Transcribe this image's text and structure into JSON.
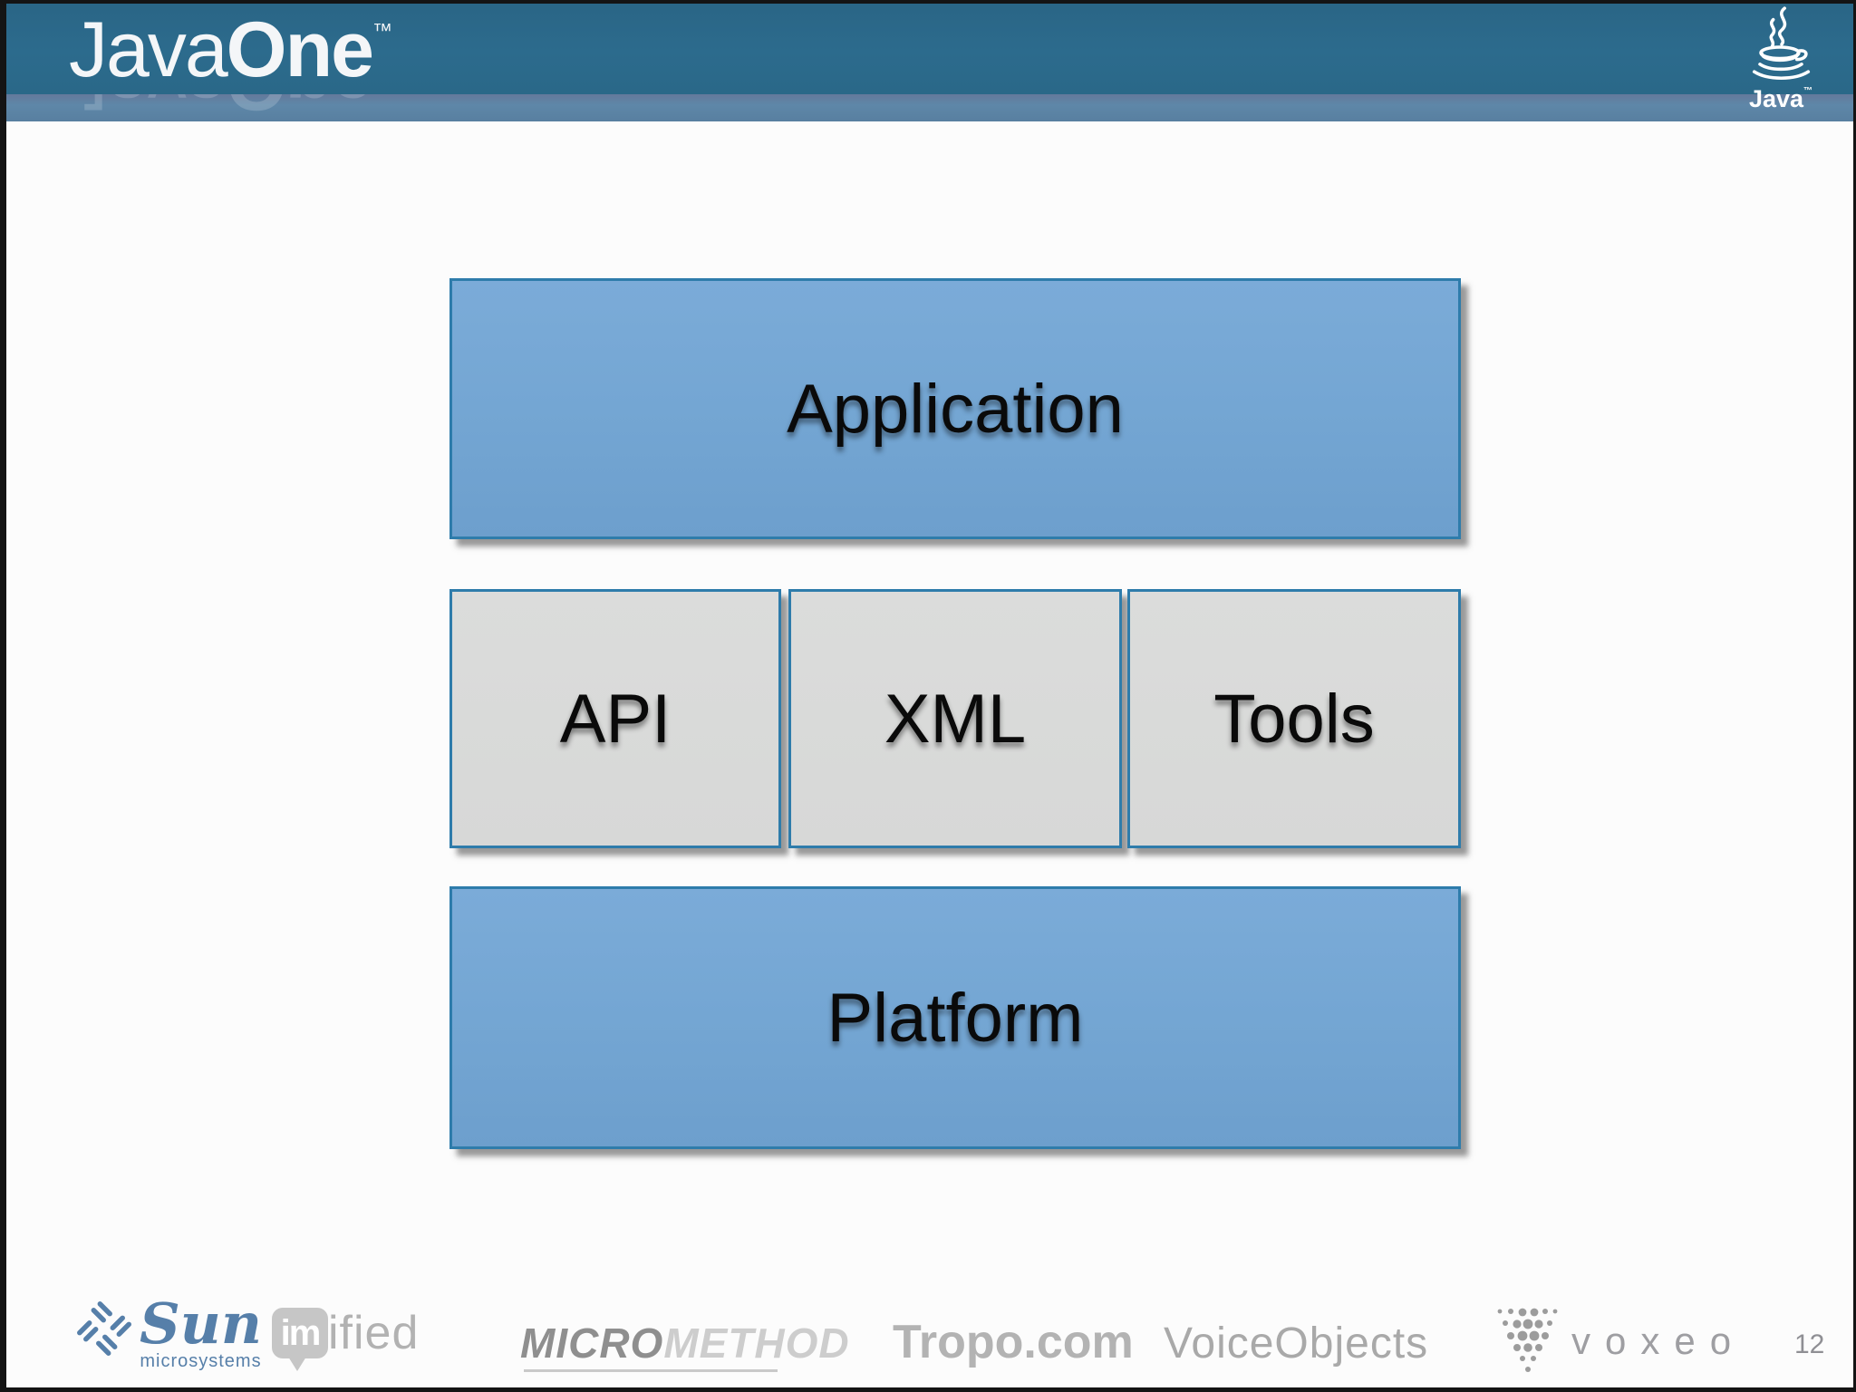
{
  "header": {
    "brand": {
      "java": "Java",
      "one": "One",
      "tm": "™"
    },
    "java_logo": {
      "label": "Java",
      "tm": "™"
    }
  },
  "diagram": {
    "application": "Application",
    "api": "API",
    "xml": "XML",
    "tools": "Tools",
    "platform": "Platform"
  },
  "footer": {
    "sun": {
      "name": "Sun",
      "sub": "microsystems"
    },
    "imified": {
      "bubble": "im",
      "rest": "ified"
    },
    "micromethod": {
      "micro": "MICRO",
      "method": "METHOD"
    },
    "tropo": "Tropo.com",
    "voiceobjects": "VoiceObjects",
    "voxeo": "voxeo",
    "page_number": "12"
  },
  "colors": {
    "header_teal": "#2c6b8d",
    "header_band": "#5e87a8",
    "box_blue": "#74a6d3",
    "box_gray": "#d8d9d8",
    "box_border": "#2e7cab",
    "sun_blue": "#567fa9",
    "sponsor_gray": "#a9a9a9"
  }
}
